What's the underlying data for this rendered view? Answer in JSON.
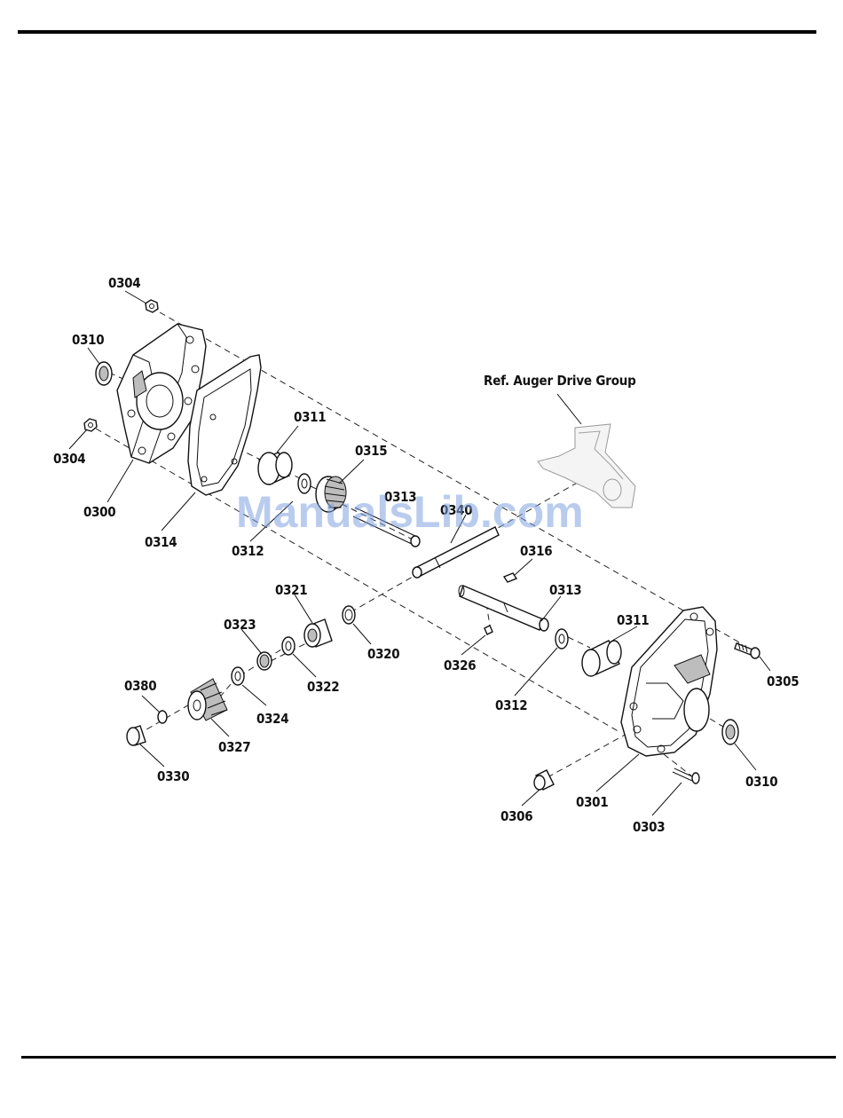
{
  "reference_label": "Ref. Auger Drive Group",
  "watermark": "ManualsLib.com",
  "part_labels": {
    "p0304_top": "0304",
    "p0310_left": "0310",
    "p0304_left": "0304",
    "p0300": "0300",
    "p0314": "0314",
    "p0311_top": "0311",
    "p0315": "0315",
    "p0313_top": "0313",
    "p0312_left": "0312",
    "p0340": "0340",
    "p0316": "0316",
    "p0313_right": "0313",
    "p0321": "0321",
    "p0323": "0323",
    "p0320": "0320",
    "p0322": "0322",
    "p0311_right": "0311",
    "p0305": "0305",
    "p0326": "0326",
    "p0312_right": "0312",
    "p0380": "0380",
    "p0324": "0324",
    "p0327": "0327",
    "p0330": "0330",
    "p0310_right": "0310",
    "p0301": "0301",
    "p0306": "0306",
    "p0303": "0303"
  }
}
